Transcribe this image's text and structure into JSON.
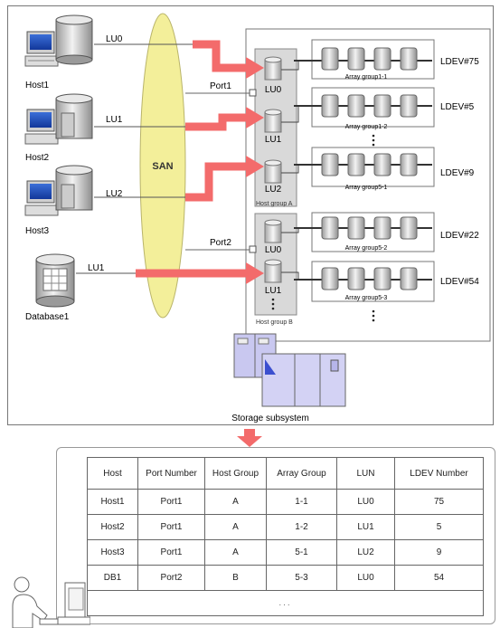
{
  "diagram": {
    "hosts": [
      {
        "label": "Host1",
        "lu": "LU0"
      },
      {
        "label": "Host2",
        "lu": "LU1"
      },
      {
        "label": "Host3",
        "lu": "LU2"
      },
      {
        "label": "Database1",
        "lu": "LU1"
      }
    ],
    "san_label": "SAN",
    "ports": [
      "Port1",
      "Port2"
    ],
    "host_groups": [
      {
        "label": "Host group A",
        "lus": [
          "LU0",
          "LU1",
          "LU2"
        ]
      },
      {
        "label": "Host group B",
        "lus": [
          "LU0",
          "LU1"
        ]
      }
    ],
    "array_groups": [
      {
        "label": "Array group1-1",
        "ldev": "LDEV#75"
      },
      {
        "label": "Array group1-2",
        "ldev": "LDEV#5"
      },
      {
        "label": "Array group5-1",
        "ldev": "LDEV#9"
      },
      {
        "label": "Array group5-2",
        "ldev": "LDEV#22"
      },
      {
        "label": "Array group5-3",
        "ldev": "LDEV#54"
      }
    ],
    "storage_label": "Storage subsystem",
    "colors": {
      "arrow": "#f36b6b",
      "san": "#f3ef9a",
      "host_group_fill": "#d9d9d9",
      "subsystem": "#c9c8f0"
    }
  },
  "table": {
    "headers": [
      "Host",
      "Port Number",
      "Host Group",
      "Array Group",
      "LUN",
      "LDEV Number"
    ],
    "rows": [
      [
        "Host1",
        "Port1",
        "A",
        "1-1",
        "LU0",
        "75"
      ],
      [
        "Host2",
        "Port1",
        "A",
        "1-2",
        "LU1",
        "5"
      ],
      [
        "Host3",
        "Port1",
        "A",
        "5-1",
        "LU2",
        "9"
      ],
      [
        "DB1",
        "Port2",
        "B",
        "5-3",
        "LU0",
        "54"
      ]
    ],
    "ellipsis": "..."
  }
}
